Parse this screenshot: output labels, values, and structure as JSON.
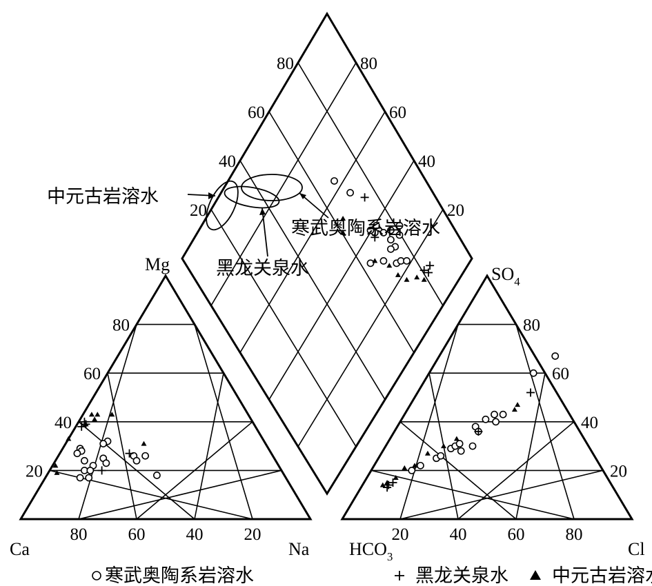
{
  "chart_data": {
    "type": "scatter",
    "subtype": "piper-trilinear-diagram",
    "cation_triangle": {
      "apex_label": "Mg",
      "left_label": "Ca",
      "right_label": "Na",
      "mg_ticks": [
        "80",
        "60",
        "40",
        "20"
      ],
      "bottom_ticks": [
        "80",
        "60",
        "40",
        "20"
      ]
    },
    "anion_triangle": {
      "apex_label": "SO",
      "apex_subscript": "4",
      "left_label": "HCO",
      "left_subscript": "3",
      "right_label": "Cl",
      "so4_ticks": [
        "80",
        "60",
        "40",
        "20"
      ],
      "bottom_ticks": [
        "20",
        "40",
        "60",
        "80"
      ]
    },
    "diamond": {
      "left_ticks": [
        "80",
        "60",
        "40",
        "20"
      ],
      "right_ticks": [
        "80",
        "60",
        "40",
        "20"
      ]
    },
    "legend": [
      "寒武奥陶系岩溶水",
      "黑龙关泉水",
      "中元古岩溶水"
    ],
    "annotations": [
      "中元古岩溶水",
      "寒武奥陶系岩溶水",
      "黑龙关泉水"
    ],
    "series": [
      {
        "name": "寒武奥陶系岩溶水",
        "marker": "circle",
        "cation_points": [
          {
            "mg": 29,
            "na": 6
          },
          {
            "mg": 28,
            "na": 7
          },
          {
            "mg": 27,
            "na": 6
          },
          {
            "mg": 32,
            "na": 14
          },
          {
            "mg": 31,
            "na": 13
          },
          {
            "mg": 24,
            "na": 10
          },
          {
            "mg": 22,
            "na": 14
          },
          {
            "mg": 20,
            "na": 12
          },
          {
            "mg": 20,
            "na": 14
          },
          {
            "mg": 17,
            "na": 12
          },
          {
            "mg": 17,
            "na": 15
          },
          {
            "mg": 25,
            "na": 16
          },
          {
            "mg": 23,
            "na": 18
          },
          {
            "mg": 26,
            "na": 26
          },
          {
            "mg": 24,
            "na": 28
          },
          {
            "mg": 26,
            "na": 30
          },
          {
            "mg": 18,
            "na": 38
          }
        ],
        "anion_points": [
          {
            "so4": 20,
            "cl": 14
          },
          {
            "so4": 22,
            "cl": 16
          },
          {
            "so4": 25,
            "cl": 20
          },
          {
            "so4": 26,
            "cl": 21
          },
          {
            "so4": 29,
            "cl": 23
          },
          {
            "so4": 30,
            "cl": 24
          },
          {
            "so4": 31,
            "cl": 25
          },
          {
            "so4": 28,
            "cl": 27
          },
          {
            "so4": 38,
            "cl": 27
          },
          {
            "so4": 36,
            "cl": 29
          },
          {
            "so4": 41,
            "cl": 29
          },
          {
            "so4": 43,
            "cl": 31
          },
          {
            "so4": 43,
            "cl": 34
          },
          {
            "so4": 40,
            "cl": 33
          },
          {
            "so4": 30,
            "cl": 30
          },
          {
            "so4": 60,
            "cl": 36
          },
          {
            "so4": 67,
            "cl": 40
          }
        ]
      },
      {
        "name": "黑龙关泉水",
        "marker": "cross",
        "cation_points": [
          {
            "mg": 40,
            "na": 2
          },
          {
            "mg": 39,
            "na": 3
          },
          {
            "mg": 38,
            "na": 2
          },
          {
            "mg": 27,
            "na": 24
          },
          {
            "mg": 20,
            "na": 18
          }
        ],
        "anion_points": [
          {
            "so4": 14,
            "cl": 9
          },
          {
            "so4": 13,
            "cl": 9
          },
          {
            "so4": 15,
            "cl": 10
          },
          {
            "so4": 36,
            "cl": 29
          },
          {
            "so4": 52,
            "cl": 39
          }
        ]
      },
      {
        "name": "中元古岩溶水",
        "marker": "triangle",
        "cation_points": [
          {
            "mg": 43,
            "na": 3
          },
          {
            "mg": 43,
            "na": 5
          },
          {
            "mg": 43,
            "na": 10
          },
          {
            "mg": 41,
            "na": 5
          },
          {
            "mg": 39,
            "na": 3
          },
          {
            "mg": 33,
            "na": 0
          },
          {
            "mg": 31,
            "na": 27
          },
          {
            "mg": 22,
            "na": 1
          },
          {
            "mg": 19,
            "na": 3
          }
        ],
        "anion_points": [
          {
            "so4": 14,
            "cl": 7
          },
          {
            "so4": 15,
            "cl": 8
          },
          {
            "so4": 17,
            "cl": 10
          },
          {
            "so4": 21,
            "cl": 11
          },
          {
            "so4": 22,
            "cl": 14
          },
          {
            "so4": 27,
            "cl": 16
          },
          {
            "so4": 30,
            "cl": 20
          },
          {
            "so4": 33,
            "cl": 23
          },
          {
            "so4": 47,
            "cl": 37
          },
          {
            "so4": 45,
            "cl": 37
          }
        ]
      }
    ],
    "diamond_points": [
      {
        "series": "寒武奥陶系岩溶水",
        "marker": "circle",
        "upper_left": 30,
        "upper_right": 80
      },
      {
        "series": "寒武奥陶系岩溶水",
        "marker": "circle",
        "upper_left": 32,
        "upper_right": 82
      },
      {
        "series": "寒武奥陶系岩溶水",
        "marker": "circle",
        "upper_left": 34,
        "upper_right": 78
      },
      {
        "series": "寒武奥陶系岩溶水",
        "marker": "circle",
        "upper_left": 29,
        "upper_right": 76
      },
      {
        "series": "寒武奥陶系岩溶水",
        "marker": "circle",
        "upper_left": 32,
        "upper_right": 76
      },
      {
        "series": "寒武奥陶系岩溶水",
        "marker": "circle",
        "upper_left": 30,
        "upper_right": 74
      },
      {
        "series": "寒武奥陶系岩溶水",
        "marker": "circle",
        "upper_left": 36,
        "upper_right": 75
      },
      {
        "series": "寒武奥陶系岩溶水",
        "marker": "circle",
        "upper_left": 40,
        "upper_right": 74
      },
      {
        "series": "寒武奥陶系岩溶水",
        "marker": "circle",
        "upper_left": 39,
        "upper_right": 72
      },
      {
        "series": "寒武奥陶系岩溶水",
        "marker": "circle",
        "upper_left": 41,
        "upper_right": 71
      },
      {
        "series": "寒武奥陶系岩溶水",
        "marker": "circle",
        "upper_left": 25,
        "upper_right": 73
      },
      {
        "series": "寒武奥陶系岩溶水",
        "marker": "circle",
        "upper_left": 24,
        "upper_right": 75
      },
      {
        "series": "寒武奥陶系岩溶水",
        "marker": "circle",
        "upper_left": 22,
        "upper_right": 77
      },
      {
        "series": "寒武奥陶系岩溶水",
        "marker": "circle",
        "upper_left": 30,
        "upper_right": 69
      },
      {
        "series": "寒武奥陶系岩溶水",
        "marker": "circle",
        "upper_left": 34,
        "upper_right": 64
      },
      {
        "series": "寒武奥陶系岩溶水",
        "marker": "circle",
        "upper_left": 56,
        "upper_right": 72
      },
      {
        "series": "寒武奥陶系岩溶水",
        "marker": "circle",
        "upper_left": 64,
        "upper_right": 69
      },
      {
        "series": "黑龙关泉水",
        "marker": "cross",
        "upper_left": 12,
        "upper_right": 82
      },
      {
        "series": "黑龙关泉水",
        "marker": "cross",
        "upper_left": 13,
        "upper_right": 84
      },
      {
        "series": "黑龙关泉水",
        "marker": "cross",
        "upper_left": 14,
        "upper_right": 81
      },
      {
        "series": "黑龙关泉水",
        "marker": "cross",
        "upper_left": 38,
        "upper_right": 71
      },
      {
        "series": "黑龙关泉水",
        "marker": "cross",
        "upper_left": 50,
        "upper_right": 76
      },
      {
        "series": "中元古岩溶水",
        "marker": "triangle",
        "upper_left": 12,
        "upper_right": 79
      },
      {
        "series": "中元古岩溶水",
        "marker": "triangle",
        "upper_left": 15,
        "upper_right": 77
      },
      {
        "series": "中元古岩溶水",
        "marker": "triangle",
        "upper_left": 18,
        "upper_right": 73
      },
      {
        "series": "中元古岩溶水",
        "marker": "triangle",
        "upper_left": 22,
        "upper_right": 71
      },
      {
        "series": "中元古岩溶水",
        "marker": "triangle",
        "upper_left": 27,
        "upper_right": 70
      },
      {
        "series": "中元古岩溶水",
        "marker": "triangle",
        "upper_left": 33,
        "upper_right": 66
      },
      {
        "series": "中元古岩溶水",
        "marker": "triangle",
        "upper_left": 50,
        "upper_right": 61
      },
      {
        "series": "中元古岩溶水",
        "marker": "triangle",
        "upper_left": 53,
        "upper_right": 64
      }
    ]
  }
}
